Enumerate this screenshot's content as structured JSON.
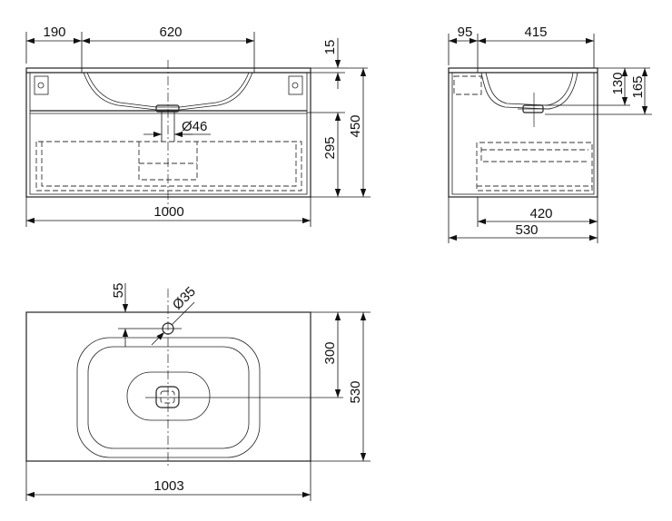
{
  "front_view": {
    "dim_left_offset": "190",
    "dim_bowl_width": "620",
    "dim_top_thickness": "15",
    "dim_total_height": "450",
    "dim_drawer_height": "295",
    "dim_drain_diameter": "Ø46",
    "dim_total_width": "1000"
  },
  "side_view": {
    "dim_back_offset": "95",
    "dim_bowl_depth_width": "415",
    "dim_bowl_depth_130": "130",
    "dim_bowl_depth_165": "165",
    "dim_drawer_depth": "420",
    "dim_total_depth": "530"
  },
  "top_view": {
    "dim_tap_offset": "55",
    "dim_tap_hole": "Ø35",
    "dim_drain_position": "300",
    "dim_total_depth": "530",
    "dim_total_width": "1003"
  }
}
